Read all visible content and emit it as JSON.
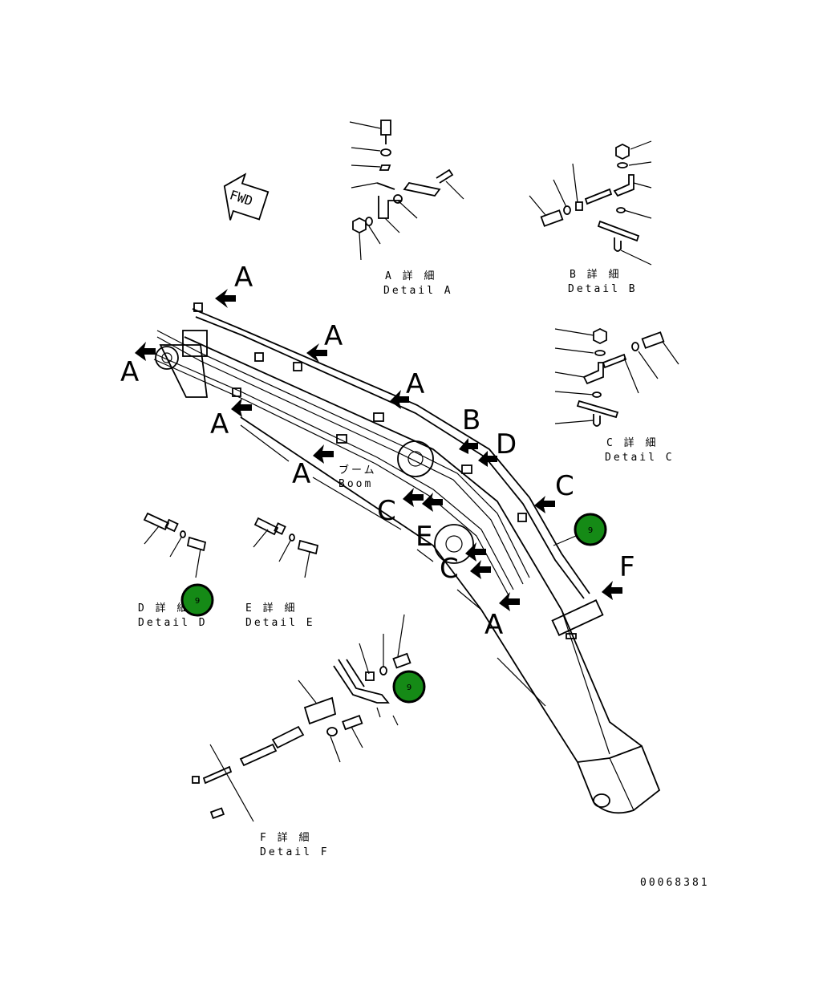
{
  "fwd_label": "FWD",
  "callouts": {
    "a1": "A",
    "a2": "A",
    "a3": "A",
    "a4": "A",
    "a5": "A",
    "a6": "A",
    "a7": "A",
    "b": "B",
    "c1": "C",
    "c2": "C",
    "c3": "C",
    "d": "D",
    "e": "E",
    "f": "F"
  },
  "boom_label": {
    "jp": "ブーム",
    "en": "Boom"
  },
  "details": {
    "a": {
      "jp": "A 詳 細",
      "en": "Detail A"
    },
    "b": {
      "jp": "B 詳 細",
      "en": "Detail B"
    },
    "c": {
      "jp": "C 詳 細",
      "en": "Detail C"
    },
    "d": {
      "jp": "D 詳 細",
      "en": "Detail D"
    },
    "e": {
      "jp": "E 詳 細",
      "en": "Detail E"
    },
    "f": {
      "jp": "F 詳 細",
      "en": "Detail F"
    }
  },
  "part_markers": [
    "9",
    "9",
    "9"
  ],
  "drawing_number": "00068381",
  "colors": {
    "marker_fill": "#158a16",
    "line": "#000000",
    "background": "#ffffff"
  }
}
